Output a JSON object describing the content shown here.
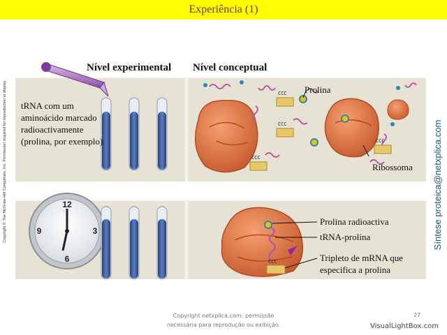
{
  "slide": {
    "title": "Experiência (1)",
    "side_copyright": "Copyright © The McGraw-Hill Companies, Inc. Permission required for reproduction or display.",
    "side_brand": "Síntese proteica@netxplica.com",
    "page_number": "27",
    "footer_line1": "Copyright netxplica.com: permissão",
    "footer_line2": "necessária para reprodução ou exibição.",
    "watermark": "VisualLightBox.com"
  },
  "headings": {
    "experimental": "Nível experimental",
    "conceptual": "Nível conceptual"
  },
  "top_panel": {
    "trna_label": "tRNA com um aminoácido marcado radioactivamente (prolina, por exemplo)",
    "prolina": "Prolina",
    "ribossoma": "Ribossoma",
    "codon": "CCC"
  },
  "bottom_panel": {
    "clock_numbers": [
      "12",
      "3",
      "6",
      "9"
    ],
    "prolina_radioactiva": "Prolina radioactiva",
    "trna_prolina": "tRNA-prolina",
    "tripleto_line1": "Tripleto de mRNA que",
    "tripleto_line2": "especifica a prolina",
    "codon": "CCC"
  },
  "colors": {
    "title_bar": "#ffff00",
    "title_text": "#8b2a2a",
    "ribosome": "#e07a48",
    "trna": "#b35aa0",
    "tube_liquid": "#3c5a95"
  }
}
